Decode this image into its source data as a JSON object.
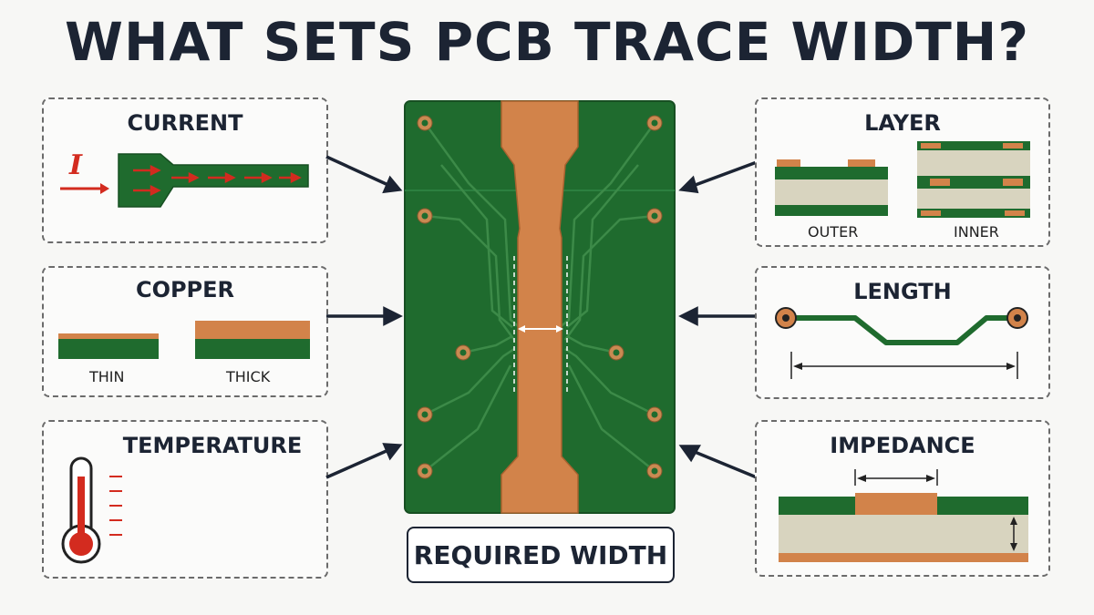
{
  "title": "WHAT SETS PCB TRACE WIDTH?",
  "panels": {
    "current": {
      "title": "CURRENT",
      "symbol": "I"
    },
    "copper": {
      "title": "COPPER",
      "thin_label": "THIN",
      "thick_label": "THICK"
    },
    "temperature": {
      "title": "TEMPERATURE"
    },
    "layer": {
      "title": "LAYER",
      "outer_label": "OUTER",
      "inner_label": "INNER"
    },
    "length": {
      "title": "LENGTH"
    },
    "impedance": {
      "title": "IMPEDANCE"
    }
  },
  "result": {
    "label": "REQUIRED WIDTH"
  },
  "colors": {
    "board_green": "#1f6b2e",
    "copper": "#d2834a",
    "dielectric": "#d8d4bf",
    "accent_red": "#d32b1f",
    "ink": "#1c2433"
  }
}
